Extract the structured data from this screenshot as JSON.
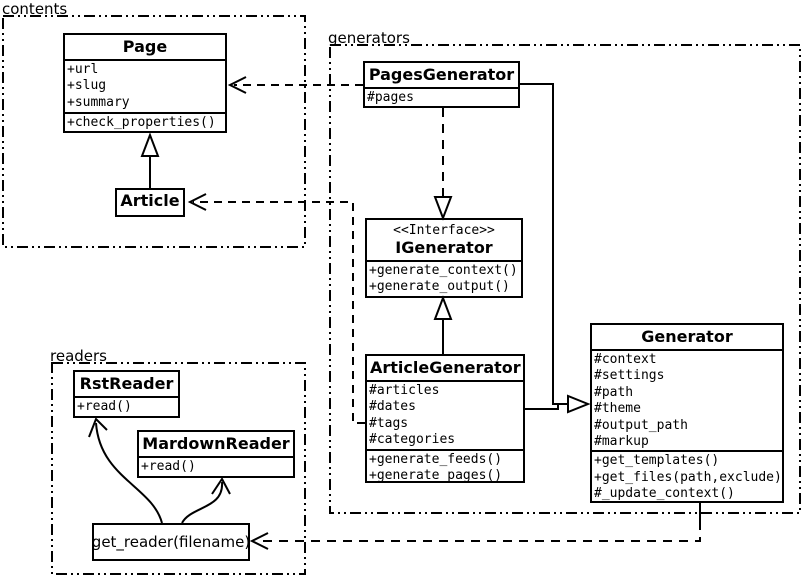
{
  "diagram": {
    "packages": {
      "contents": {
        "label": "contents"
      },
      "generators": {
        "label": "generators"
      },
      "readers": {
        "label": "readers"
      }
    },
    "classes": {
      "page": {
        "name": "Page",
        "attributes": [
          "+url",
          "+slug",
          "+summary"
        ],
        "methods": [
          "+check_properties()"
        ]
      },
      "article": {
        "name": "Article"
      },
      "pages_generator": {
        "name": "PagesGenerator",
        "attributes": [
          "#pages"
        ]
      },
      "igenerator": {
        "stereotype": "<<Interface>>",
        "name": "IGenerator",
        "methods": [
          "+generate_context()",
          "+generate_output()"
        ]
      },
      "article_generator": {
        "name": "ArticleGenerator",
        "attributes": [
          "#articles",
          "#dates",
          "#tags",
          "#categories"
        ],
        "methods": [
          "+generate_feeds()",
          "+generate_pages()"
        ]
      },
      "generator": {
        "name": "Generator",
        "attributes": [
          "#context",
          "#settings",
          "#path",
          "#theme",
          "#output_path",
          "#markup"
        ],
        "methods": [
          "+get_templates()",
          "+get_files(path,exclude)",
          "#_update_context()"
        ]
      },
      "rst_reader": {
        "name": "RstReader",
        "methods": [
          "+read()"
        ]
      },
      "mardown_reader": {
        "name": "MardownReader",
        "methods": [
          "+read()"
        ]
      },
      "get_reader": {
        "label": "get_reader(filename)"
      }
    },
    "relationships": [
      {
        "from": "Article",
        "to": "Page",
        "type": "inheritance"
      },
      {
        "from": "PagesGenerator",
        "to": "Page",
        "type": "dependency"
      },
      {
        "from": "ArticleGenerator",
        "to": "Article",
        "type": "dependency"
      },
      {
        "from": "PagesGenerator",
        "to": "IGenerator",
        "type": "realization"
      },
      {
        "from": "ArticleGenerator",
        "to": "IGenerator",
        "type": "inheritance"
      },
      {
        "from": "PagesGenerator",
        "to": "Generator",
        "type": "inheritance"
      },
      {
        "from": "ArticleGenerator",
        "to": "Generator",
        "type": "inheritance"
      },
      {
        "from": "Generator",
        "to": "get_reader(filename)",
        "type": "dependency"
      },
      {
        "from": "get_reader(filename)",
        "to": "RstReader",
        "type": "association"
      },
      {
        "from": "get_reader(filename)",
        "to": "MardownReader",
        "type": "association"
      }
    ],
    "colors": {
      "line": "#000000",
      "background": "#ffffff"
    }
  }
}
